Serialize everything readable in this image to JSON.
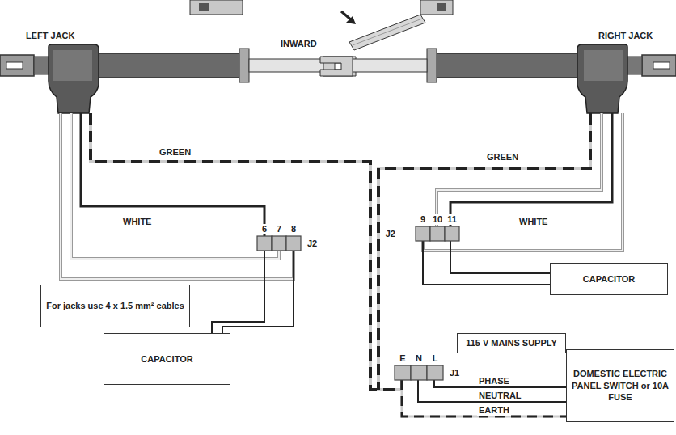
{
  "diagram": {
    "nodes": [
      {
        "text": [
          "For jacks use 4 x 1.5 mm² cables"
        ]
      },
      {
        "text": [
          "CAPACITOR"
        ]
      },
      {
        "text": [
          "CAPACITOR"
        ]
      },
      {
        "text": [
          "115 V MAINS SUPPLY"
        ]
      },
      {
        "text": [
          "DOMESTIC ELECTRIC PANEL SWITCH or 10A FUSE"
        ]
      }
    ],
    "labels": [
      "INWARD",
      "LEFT JACK",
      "RIGHT JACK",
      "GREEN",
      "GREEN",
      "WHITE",
      "6",
      "7",
      "8",
      "J2",
      "9",
      "10",
      "11",
      "J2",
      "WHITE",
      "E",
      "N",
      "L",
      "J1",
      "PHASE",
      "NEUTRAL",
      "EARTH"
    ]
  }
}
